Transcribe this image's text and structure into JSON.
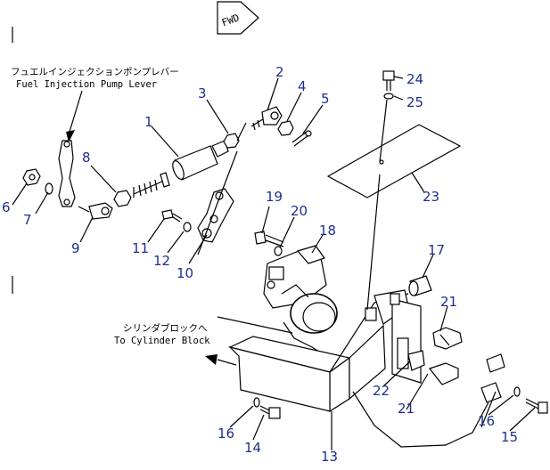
{
  "fwd_label": "FWD",
  "notes": {
    "fuel_lever_jp": "フュエルインジェクションポンプレバー",
    "fuel_lever_en": "Fuel Injection Pump Lever",
    "cylinder_jp": "シリンダブロックへ",
    "cylinder_en": "To Cylinder Block"
  },
  "part_numbers": {
    "p1": "1",
    "p2": "2",
    "p3": "3",
    "p4": "4",
    "p5": "5",
    "p6": "6",
    "p7": "7",
    "p8": "8",
    "p9": "9",
    "p10": "10",
    "p11": "11",
    "p12": "12",
    "p13": "13",
    "p14": "14",
    "p15": "15",
    "p16a": "16",
    "p16b": "16",
    "p17": "17",
    "p18": "18",
    "p19": "19",
    "p20": "20",
    "p21a": "21",
    "p21b": "21",
    "p22": "22",
    "p23": "23",
    "p24": "24",
    "p25": "25"
  },
  "colors": {
    "label": "#1d2f8f",
    "line": "#000000"
  }
}
